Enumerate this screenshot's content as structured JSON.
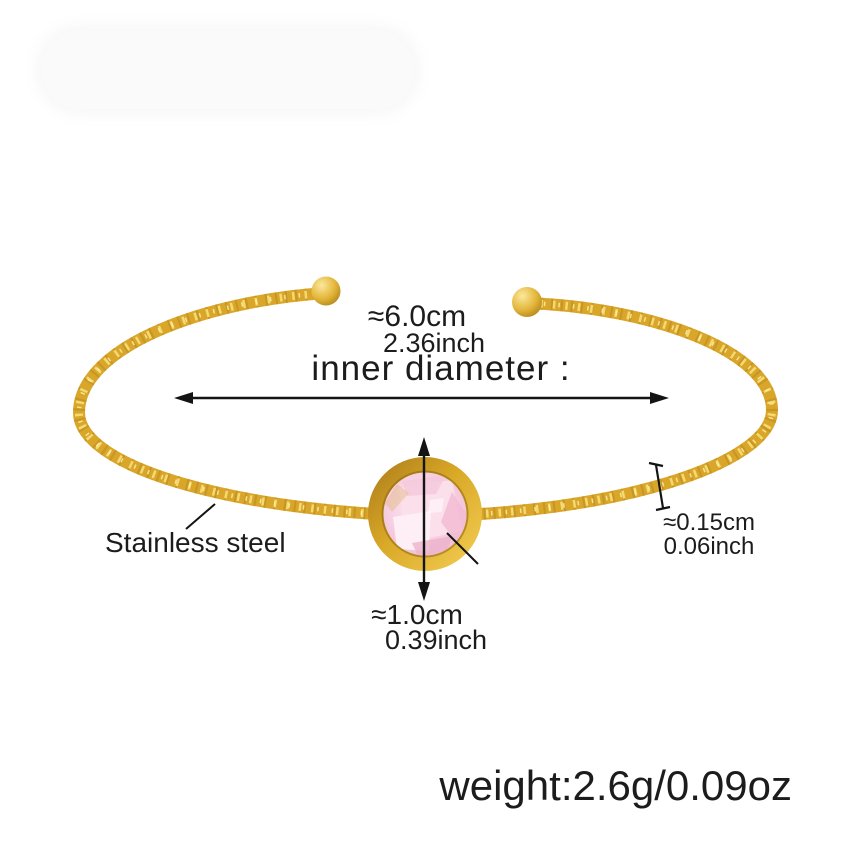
{
  "meta": {
    "description": "E-commerce product dimension diagram of a gold open cuff bangle with a round bezel-set pink faceted crystal"
  },
  "labels": {
    "inner_diameter_cm": "≈6.0cm",
    "inner_diameter_inch": "2.36inch",
    "inner_diameter_title": "inner diameter :",
    "material": "Stainless steel",
    "band_thickness_cm": "≈0.15cm",
    "band_thickness_inch": "0.06inch",
    "stone_diameter_cm": "≈1.0cm",
    "stone_diameter_inch": "0.39inch",
    "weight": "weight:2.6g/0.09oz"
  },
  "product": {
    "item": "open cuff bangle",
    "band_texture": "hammered / notched gold wire",
    "stone": "round pink faceted crystal in gold bezel",
    "colors": {
      "background": "#ffffff",
      "annotation_text": "#1c1c1c",
      "gold_base": "#d9a62a",
      "gold_dark": "#a8781a",
      "gold_light": "#f7e07a",
      "bezel_bright": "#f4cf55",
      "stone_pink": "#f7d3e4",
      "stone_pink_deep": "#eab0cb",
      "watermark_gray": "#fafafa"
    }
  }
}
